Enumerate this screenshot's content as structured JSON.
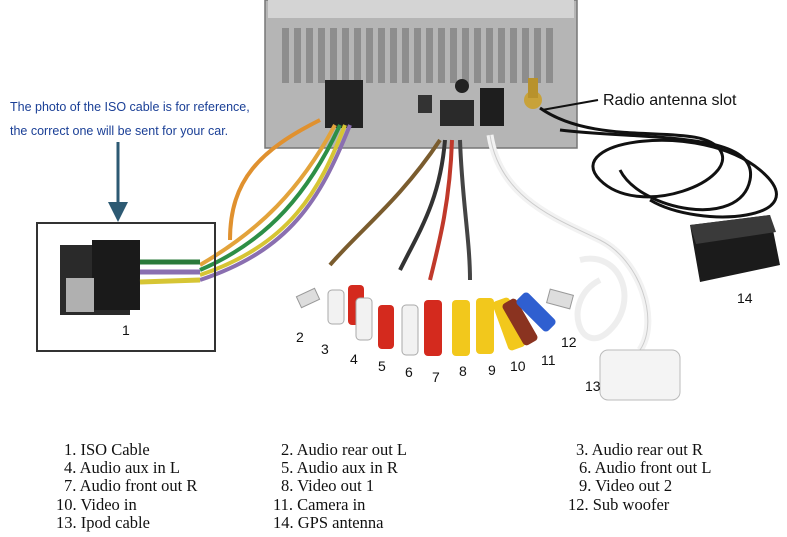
{
  "note": {
    "line1": "The photo of the ISO cable is for reference,",
    "line2": "the correct one will be sent for your car."
  },
  "antenna_label": "Radio antenna slot",
  "callouts": [
    "1",
    "2",
    "3",
    "4",
    "5",
    "6",
    "7",
    "8",
    "9",
    "10",
    "11",
    "12",
    "13",
    "14"
  ],
  "legend": [
    "1. ISO Cable",
    "2. Audio rear out L",
    "3. Audio rear out R",
    "4. Audio aux in L",
    "5. Audio aux in R",
    "6. Audio front out L",
    "7. Audio front out R",
    "8. Video out 1",
    "9. Video out 2",
    "10. Video in",
    "11. Camera in",
    "12. Sub woofer",
    "13. Ipod cable",
    "14. GPS antenna"
  ],
  "colors": {
    "note_text": "#1a3f96",
    "rca_red": "#d42a1e",
    "rca_white": "#f2f2f2",
    "rca_yellow": "#f2c81c",
    "rca_blue": "#2f5fd0",
    "rca_brown": "#8a3320",
    "unit_metal": "#b9b9b9"
  }
}
